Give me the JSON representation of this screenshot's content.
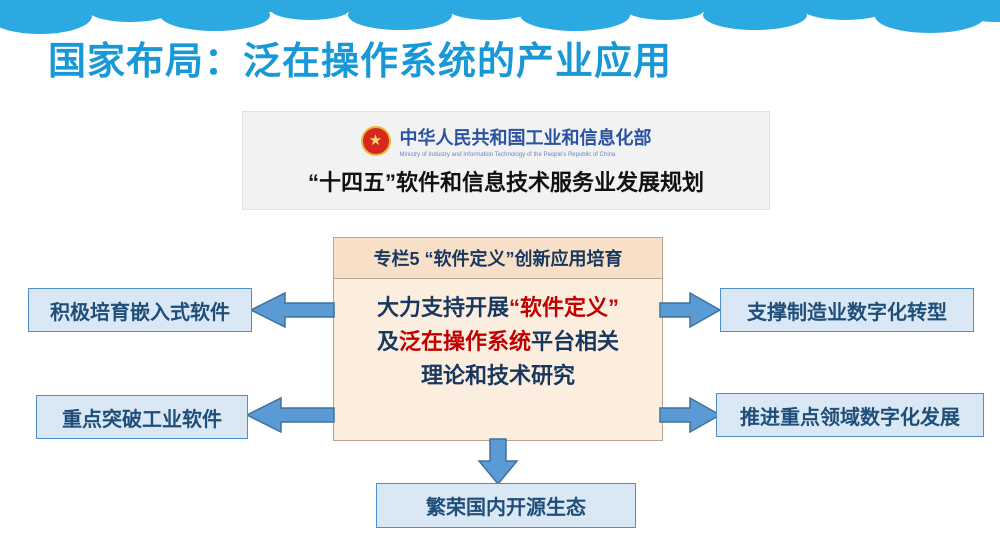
{
  "colors": {
    "cloud_blue": "#2BA9E0",
    "title_blue": "#1898D6",
    "box_fill": "#DAE8F6",
    "box_border": "#4E8FCB",
    "box_text": "#1F4E79",
    "arrow_fill": "#5B9BD5",
    "arrow_border": "#41719C",
    "center_fill": "#FCEEDF",
    "center_header_fill": "#F8E0C8",
    "center_border": "#BBA58D",
    "navy_text": "#17375E",
    "highlight_red": "#C00000"
  },
  "slide": {
    "title": "国家布局：泛在操作系统的产业应用"
  },
  "ministry": {
    "name": "中华人民共和国工业和信息化部",
    "name_en": "Ministry of Industry and Information Technology of the People's Republic of China",
    "emblem_glyph": "★",
    "plan_title": "“十四五”软件和信息技术服务业发展规划"
  },
  "policy_box": {
    "header": "专栏5 “软件定义”创新应用培育",
    "line1_normal": "大力支持开展",
    "line1_red": "“软件定义”",
    "line2_normal1": "及",
    "line2_red": "泛在操作系统",
    "line2_normal2": "平台相关",
    "line3": "理论和技术研究"
  },
  "outcomes": {
    "left_top": "积极培育嵌入式软件",
    "left_bottom": "重点突破工业软件",
    "right_top": "支撑制造业数字化转型",
    "right_bottom": "推进重点领域数字化发展",
    "bottom": "繁荣国内开源生态"
  }
}
